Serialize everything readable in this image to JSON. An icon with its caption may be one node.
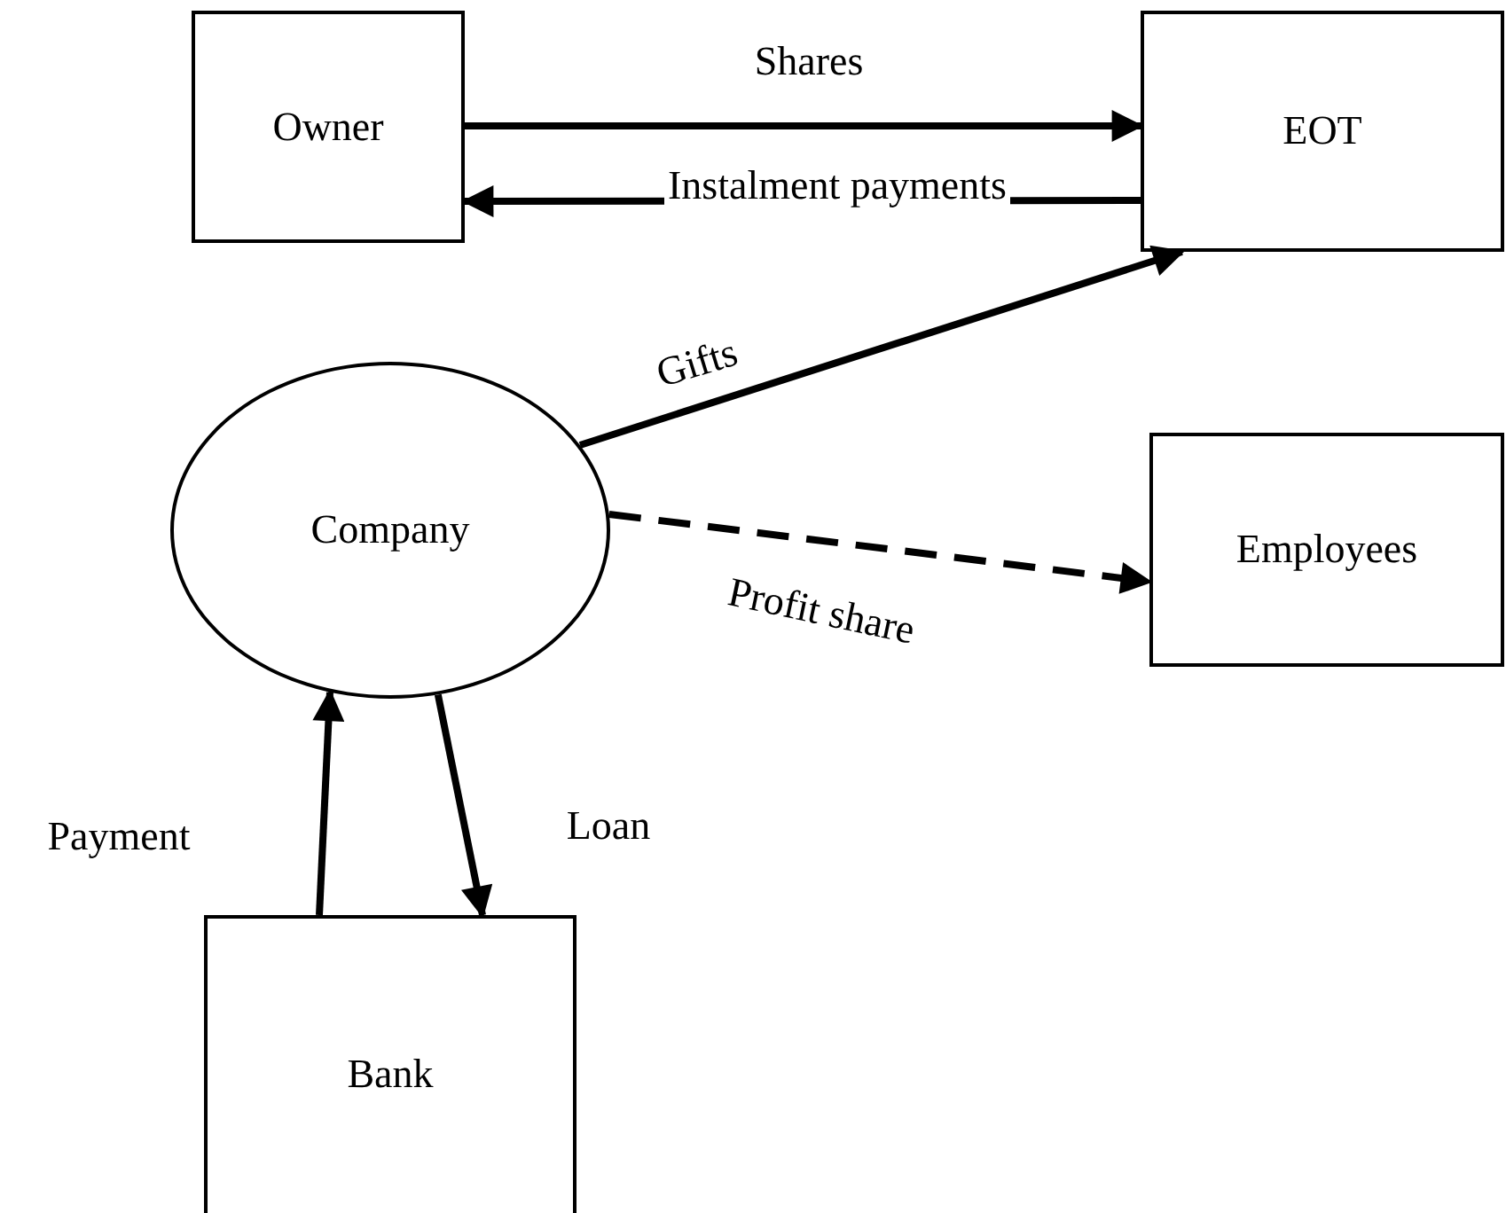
{
  "diagram": {
    "nodes": [
      {
        "text": [
          "Owner"
        ]
      },
      {
        "text": [
          "EOT"
        ]
      },
      {
        "text": [
          "Company"
        ]
      },
      {
        "text": [
          "Employees"
        ]
      },
      {
        "text": [
          "Bank"
        ]
      }
    ],
    "edges": [
      {
        "from": 0,
        "to": 1,
        "arrow": "to",
        "label": "Shares"
      },
      {
        "from": 1,
        "to": 0,
        "arrow": "to",
        "label": "Instalment payments"
      },
      {
        "from": 2,
        "to": 1,
        "arrow": "to",
        "label": "Gifts"
      },
      {
        "from": 2,
        "to": 3,
        "arrow": "to",
        "label": "Profit share",
        "style": "dashed"
      },
      {
        "from": 4,
        "to": 2,
        "arrow": "to",
        "label": "Payment"
      },
      {
        "from": 2,
        "to": 4,
        "arrow": "to",
        "label": "Loan"
      }
    ]
  }
}
